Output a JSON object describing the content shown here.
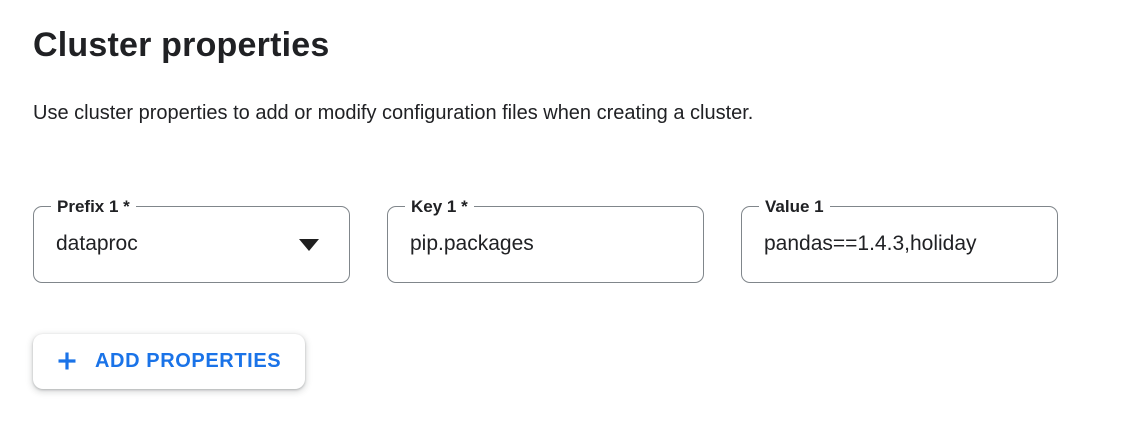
{
  "section": {
    "title": "Cluster properties",
    "description": "Use cluster properties to add or modify configuration files when creating a cluster."
  },
  "property_row": {
    "prefix": {
      "label": "Prefix 1 *",
      "value": "dataproc",
      "icon": "dropdown-arrow"
    },
    "key": {
      "label": "Key 1 *",
      "value": "pip.packages"
    },
    "value": {
      "label": "Value 1",
      "value": "pandas==1.4.3,holiday"
    }
  },
  "add_button": {
    "label": "ADD PROPERTIES",
    "icon": "plus"
  },
  "colors": {
    "accent_blue": "#1a73e8",
    "text_primary": "#202124",
    "field_border": "#80868b"
  }
}
